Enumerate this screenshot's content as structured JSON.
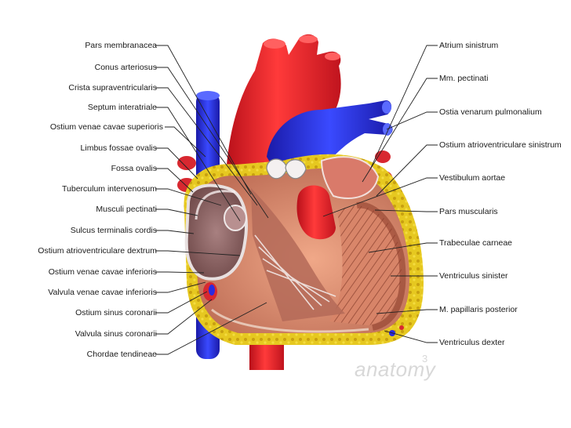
{
  "labels_left": [
    "Pars membranacea",
    "Conus arteriosus",
    "Crista supraventricularis",
    "Septum interatriale",
    "Ostium venae cavae superioris",
    "Limbus fossae ovalis",
    "Fossa ovalis",
    "Tuberculum intervenosum",
    "Musculi pectinati",
    "Sulcus terminalis cordis",
    "Ostium atrioventriculare dextrum",
    "Ostium venae cavae inferioris",
    "Valvula venae cavae inferioris",
    "Ostium sinus coronarii",
    "Valvula sinus coronarii",
    "Chordae tendineae"
  ],
  "labels_right": [
    "Atrium sinistrum",
    "Mm. pectinati",
    "Ostia venarum pulmonalium",
    "Ostium atrioventriculare sinistrum",
    "Vestibulum aortae",
    "Pars muscularis",
    "Trabeculae carneae",
    "Ventriculus sinister",
    "M. papillaris posterior",
    "Ventriculus dexter"
  ],
  "watermark": {
    "text": "anatomy",
    "number": "3"
  },
  "colors": {
    "artery": "#e8202a",
    "vein": "#2a2ae0",
    "fat": "#e2c21c",
    "myocardium": "#d98a6e",
    "atrium_wall": "#8c6464",
    "leader_line": "#222222"
  }
}
